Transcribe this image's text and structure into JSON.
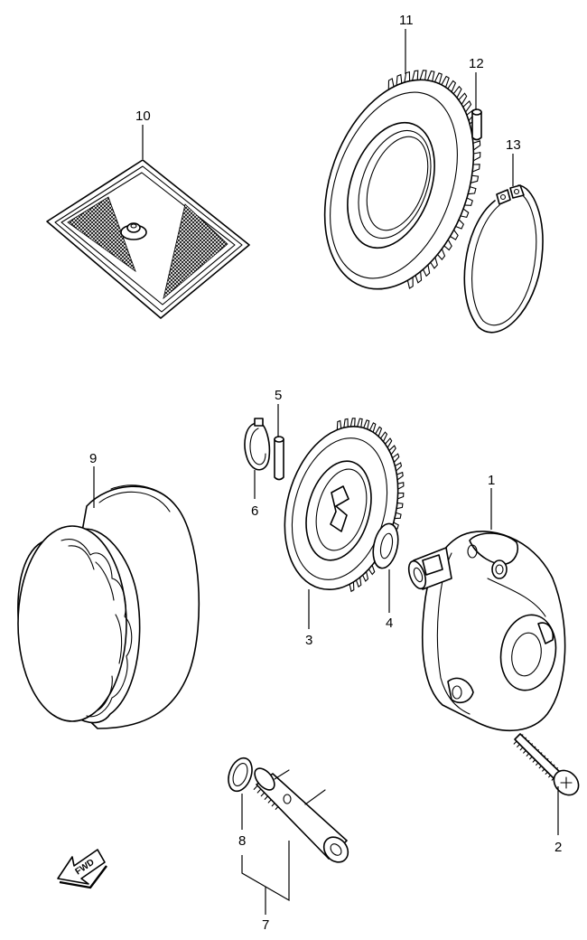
{
  "callouts": {
    "c1": "1",
    "c2": "2",
    "c3": "3",
    "c4": "4",
    "c5": "5",
    "c6": "6",
    "c7": "7",
    "c8": "8",
    "c9": "9",
    "c10": "10",
    "c11": "11",
    "c12": "12",
    "c13": "13"
  },
  "fwd_arrow": {
    "label": "FWD"
  }
}
